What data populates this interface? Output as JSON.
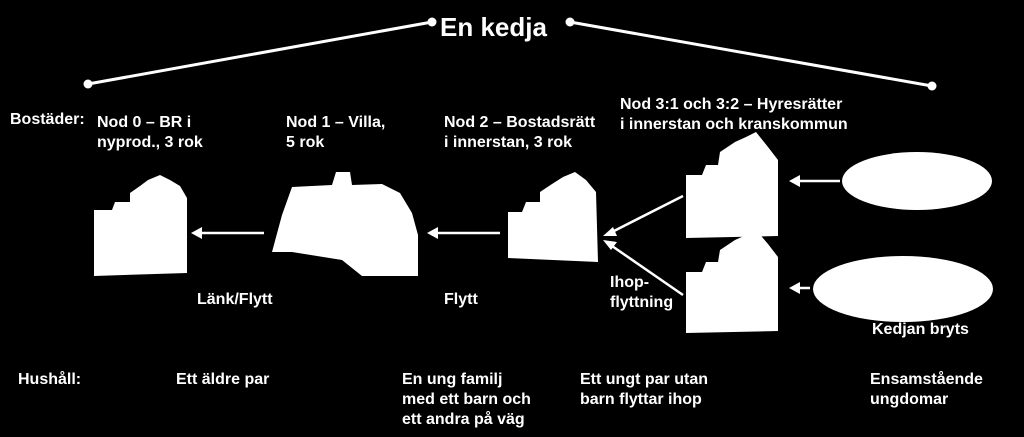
{
  "title": "En kedja",
  "row_labels": {
    "housing": "Bostäder:",
    "households": "Hushåll:"
  },
  "nodes": [
    {
      "label": "Nod 0 – BR i\nnyprod., 3 rok",
      "household": "Ett äldre par"
    },
    {
      "label": "Nod 1 – Villa,\n5 rok",
      "household": "En ung familj\nmed ett barn och\nett andra på väg"
    },
    {
      "label": "Nod 2 – Bostadsrätt\ni innerstan, 3 rok",
      "household": "Ett ungt par utan\nbarn flyttar ihop"
    },
    {
      "label": "Nod 3:1 och 3:2 – Hyresrätter\ni innerstan och kranskommun",
      "household": "Ensamstående\nungdomar"
    }
  ],
  "edges": {
    "link_move": "Länk/Flytt",
    "move": "Flytt",
    "move_in_together": "Ihop-\nflyttning",
    "chain_breaks": "Kedjan bryts"
  },
  "colors": {
    "background": "#000000",
    "foreground": "#ffffff"
  }
}
